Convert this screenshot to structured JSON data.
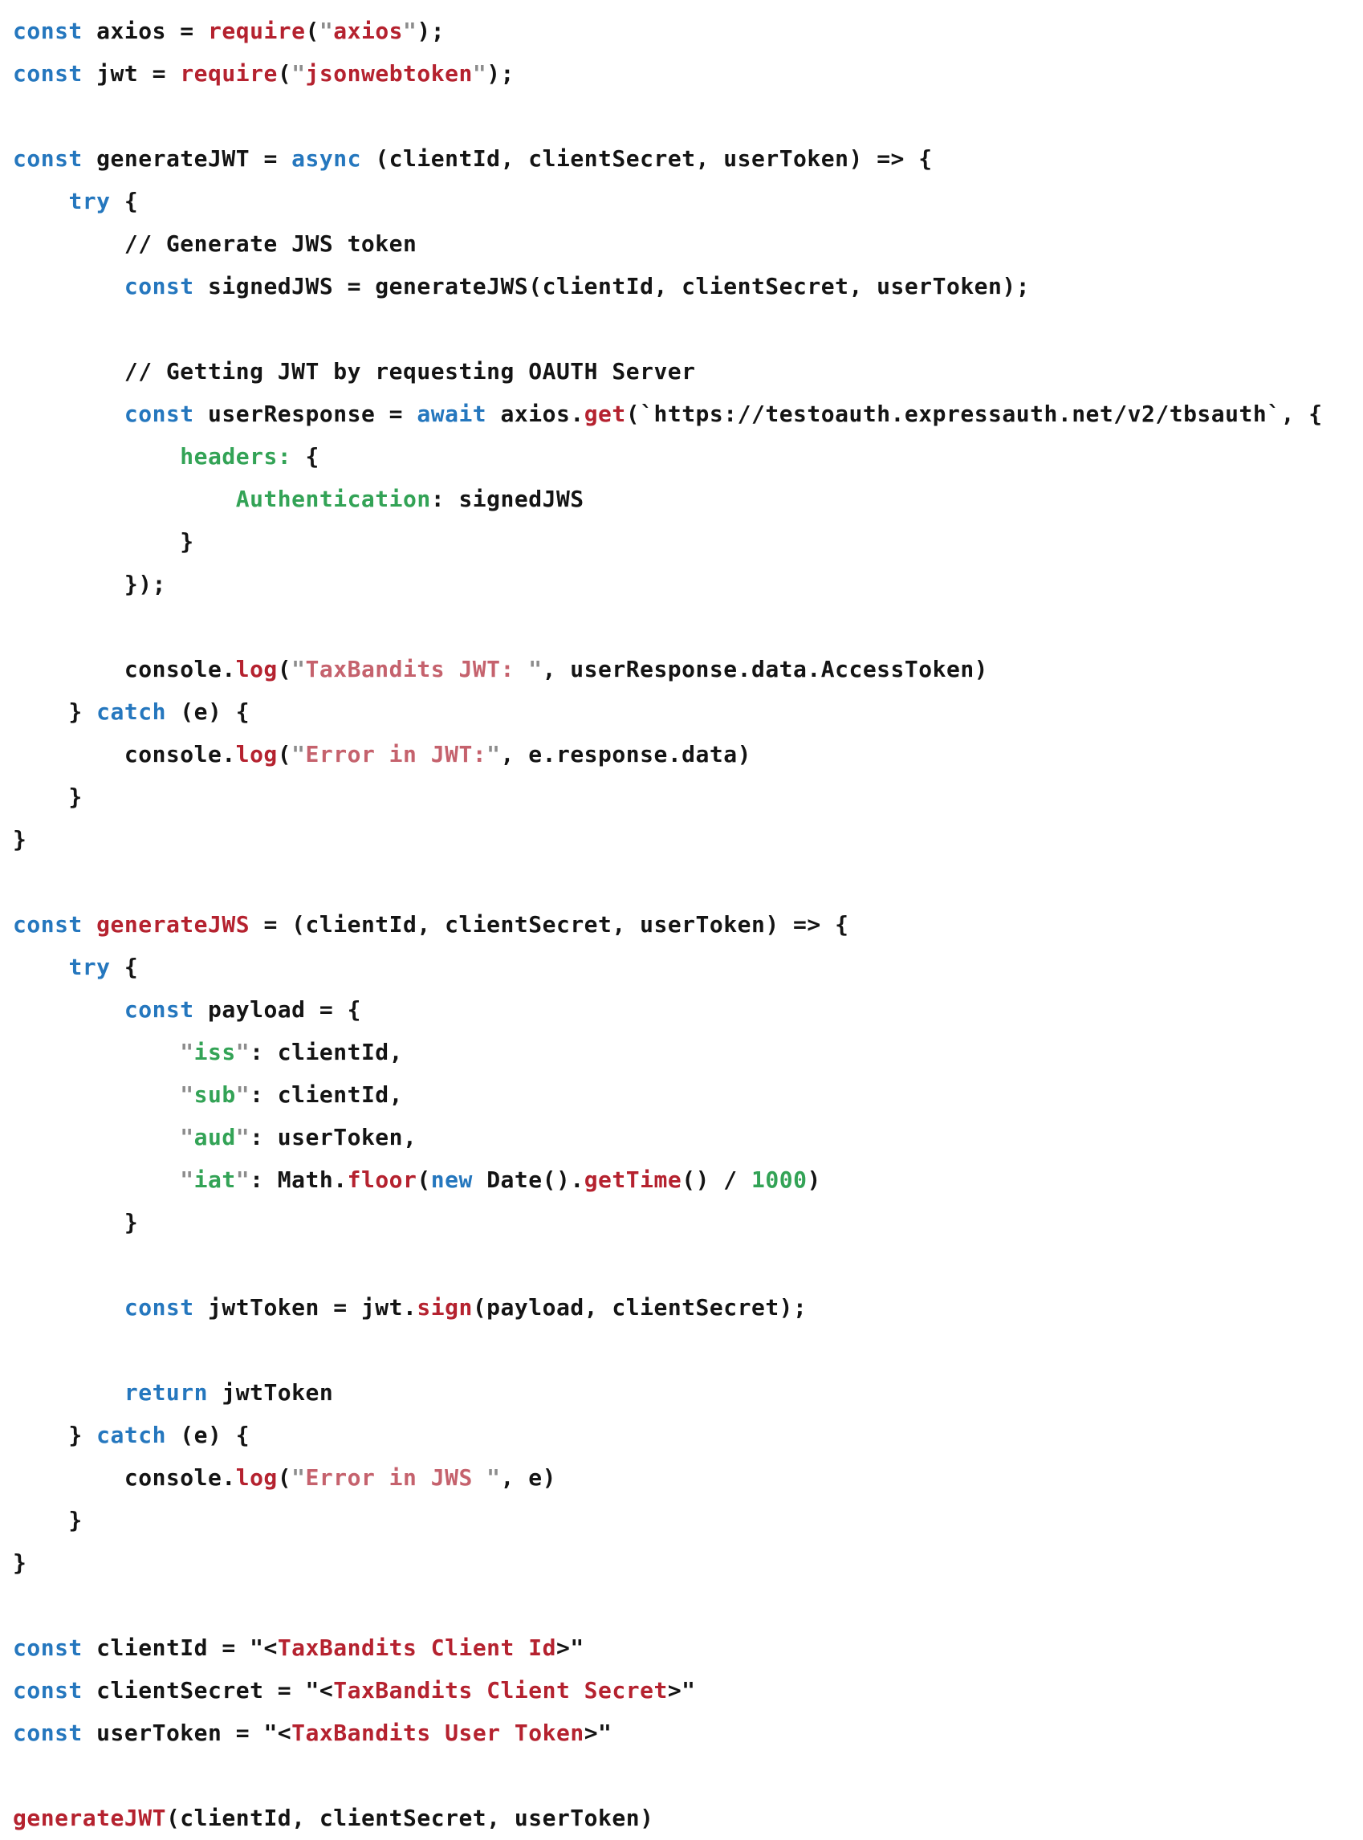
{
  "app": {
    "type": "source-code-listing",
    "language": "javascript",
    "description_visible": false
  },
  "palette": {
    "background": "#FFFFFF",
    "keyword": "#2577BE",
    "function": "#B5222F",
    "string": "#B5222F",
    "string_light": "#C5626D",
    "property": "#33A356",
    "number": "#33A356",
    "quote": "#8C8C8C",
    "plain": "#141414",
    "comment": "#141414"
  },
  "code": {
    "lines": [
      {
        "tokens": [
          [
            "kw",
            "const"
          ],
          [
            "pl",
            " axios = "
          ],
          [
            "fn",
            "require"
          ],
          [
            "pl",
            "("
          ],
          [
            "q",
            "\""
          ],
          [
            "str",
            "axios"
          ],
          [
            "q",
            "\""
          ],
          [
            "pl",
            ");"
          ]
        ]
      },
      {
        "tokens": [
          [
            "kw",
            "const"
          ],
          [
            "pl",
            " jwt = "
          ],
          [
            "fn",
            "require"
          ],
          [
            "pl",
            "("
          ],
          [
            "q",
            "\""
          ],
          [
            "str",
            "jsonwebtoken"
          ],
          [
            "q",
            "\""
          ],
          [
            "pl",
            ");"
          ]
        ]
      },
      {
        "tokens": []
      },
      {
        "tokens": [
          [
            "kw",
            "const"
          ],
          [
            "pl",
            " generateJWT = "
          ],
          [
            "kw",
            "async"
          ],
          [
            "pl",
            " (clientId, clientSecret, userToken) => {"
          ]
        ]
      },
      {
        "tokens": [
          [
            "pl",
            "    "
          ],
          [
            "kw",
            "try"
          ],
          [
            "pl",
            " {"
          ]
        ]
      },
      {
        "tokens": [
          [
            "cm",
            "        // Generate JWS token"
          ]
        ]
      },
      {
        "tokens": [
          [
            "pl",
            "        "
          ],
          [
            "kw",
            "const"
          ],
          [
            "pl",
            " signedJWS = generateJWS(clientId, clientSecret, userToken);"
          ]
        ]
      },
      {
        "tokens": []
      },
      {
        "tokens": [
          [
            "cm",
            "        // Getting JWT by requesting OAUTH Server"
          ]
        ]
      },
      {
        "tokens": [
          [
            "pl",
            "        "
          ],
          [
            "kw",
            "const"
          ],
          [
            "pl",
            " userResponse = "
          ],
          [
            "kw",
            "await"
          ],
          [
            "pl",
            " axios."
          ],
          [
            "fn",
            "get"
          ],
          [
            "pl",
            "(`https://testoauth.expressauth.net/v2/tbsauth`, {"
          ]
        ]
      },
      {
        "tokens": [
          [
            "pl",
            "            "
          ],
          [
            "prop",
            "headers:"
          ],
          [
            "pl",
            " {"
          ]
        ]
      },
      {
        "tokens": [
          [
            "pl",
            "                "
          ],
          [
            "prop",
            "Authentication"
          ],
          [
            "pl",
            ": signedJWS"
          ]
        ]
      },
      {
        "tokens": [
          [
            "pl",
            "            }"
          ]
        ]
      },
      {
        "tokens": [
          [
            "pl",
            "        });"
          ]
        ]
      },
      {
        "tokens": []
      },
      {
        "tokens": [
          [
            "pl",
            "        console."
          ],
          [
            "fn",
            "log"
          ],
          [
            "pl",
            "("
          ],
          [
            "q",
            "\""
          ],
          [
            "pstr",
            "TaxBandits JWT: "
          ],
          [
            "q",
            "\""
          ],
          [
            "pl",
            ", userResponse.data.AccessToken)"
          ]
        ]
      },
      {
        "tokens": [
          [
            "pl",
            "    } "
          ],
          [
            "kw",
            "catch"
          ],
          [
            "pl",
            " (e) {"
          ]
        ]
      },
      {
        "tokens": [
          [
            "pl",
            "        console."
          ],
          [
            "fn",
            "log"
          ],
          [
            "pl",
            "("
          ],
          [
            "q",
            "\""
          ],
          [
            "pstr",
            "Error in JWT:"
          ],
          [
            "q",
            "\""
          ],
          [
            "pl",
            ", e.response.data)"
          ]
        ]
      },
      {
        "tokens": [
          [
            "pl",
            "    }"
          ]
        ]
      },
      {
        "tokens": [
          [
            "pl",
            "}"
          ]
        ]
      },
      {
        "tokens": []
      },
      {
        "tokens": [
          [
            "kw",
            "const"
          ],
          [
            "pl",
            " "
          ],
          [
            "fn",
            "generateJWS"
          ],
          [
            "pl",
            " = (clientId, clientSecret, userToken) => {"
          ]
        ]
      },
      {
        "tokens": [
          [
            "pl",
            "    "
          ],
          [
            "kw",
            "try"
          ],
          [
            "pl",
            " {"
          ]
        ]
      },
      {
        "tokens": [
          [
            "pl",
            "        "
          ],
          [
            "kw",
            "const"
          ],
          [
            "pl",
            " payload = {"
          ]
        ]
      },
      {
        "tokens": [
          [
            "pl",
            "            "
          ],
          [
            "q",
            "\""
          ],
          [
            "prop",
            "iss"
          ],
          [
            "q",
            "\""
          ],
          [
            "pl",
            ": clientId,"
          ]
        ]
      },
      {
        "tokens": [
          [
            "pl",
            "            "
          ],
          [
            "q",
            "\""
          ],
          [
            "prop",
            "sub"
          ],
          [
            "q",
            "\""
          ],
          [
            "pl",
            ": clientId,"
          ]
        ]
      },
      {
        "tokens": [
          [
            "pl",
            "            "
          ],
          [
            "q",
            "\""
          ],
          [
            "prop",
            "aud"
          ],
          [
            "q",
            "\""
          ],
          [
            "pl",
            ": userToken,"
          ]
        ]
      },
      {
        "tokens": [
          [
            "pl",
            "            "
          ],
          [
            "q",
            "\""
          ],
          [
            "prop",
            "iat"
          ],
          [
            "q",
            "\""
          ],
          [
            "pl",
            ": Math."
          ],
          [
            "fn",
            "floor"
          ],
          [
            "pl",
            "("
          ],
          [
            "kw",
            "new"
          ],
          [
            "pl",
            " Date()."
          ],
          [
            "fn",
            "getTime"
          ],
          [
            "pl",
            "() / "
          ],
          [
            "num",
            "1000"
          ],
          [
            "pl",
            ")"
          ]
        ]
      },
      {
        "tokens": [
          [
            "pl",
            "        }"
          ]
        ]
      },
      {
        "tokens": []
      },
      {
        "tokens": [
          [
            "pl",
            "        "
          ],
          [
            "kw",
            "const"
          ],
          [
            "pl",
            " jwtToken = jwt."
          ],
          [
            "fn",
            "sign"
          ],
          [
            "pl",
            "(payload, clientSecret);"
          ]
        ]
      },
      {
        "tokens": []
      },
      {
        "tokens": [
          [
            "pl",
            "        "
          ],
          [
            "kw",
            "return"
          ],
          [
            "pl",
            " jwtToken"
          ]
        ]
      },
      {
        "tokens": [
          [
            "pl",
            "    } "
          ],
          [
            "kw",
            "catch"
          ],
          [
            "pl",
            " (e) {"
          ]
        ]
      },
      {
        "tokens": [
          [
            "pl",
            "        console."
          ],
          [
            "fn",
            "log"
          ],
          [
            "pl",
            "("
          ],
          [
            "q",
            "\""
          ],
          [
            "pstr",
            "Error in JWS "
          ],
          [
            "q",
            "\""
          ],
          [
            "pl",
            ", e)"
          ]
        ]
      },
      {
        "tokens": [
          [
            "pl",
            "    }"
          ]
        ]
      },
      {
        "tokens": [
          [
            "pl",
            "}"
          ]
        ]
      },
      {
        "tokens": []
      },
      {
        "tokens": [
          [
            "kw",
            "const"
          ],
          [
            "pl",
            " clientId = \"<"
          ],
          [
            "str",
            "TaxBandits Client Id"
          ],
          [
            "pl",
            ">\""
          ]
        ]
      },
      {
        "tokens": [
          [
            "kw",
            "const"
          ],
          [
            "pl",
            " clientSecret = \"<"
          ],
          [
            "str",
            "TaxBandits Client Secret"
          ],
          [
            "pl",
            ">\""
          ]
        ]
      },
      {
        "tokens": [
          [
            "kw",
            "const"
          ],
          [
            "pl",
            " userToken = \"<"
          ],
          [
            "str",
            "TaxBandits User Token"
          ],
          [
            "pl",
            ">\""
          ]
        ]
      },
      {
        "tokens": []
      },
      {
        "tokens": [
          [
            "fn",
            "generateJWT"
          ],
          [
            "pl",
            "(clientId, clientSecret, userToken)"
          ]
        ]
      }
    ]
  }
}
